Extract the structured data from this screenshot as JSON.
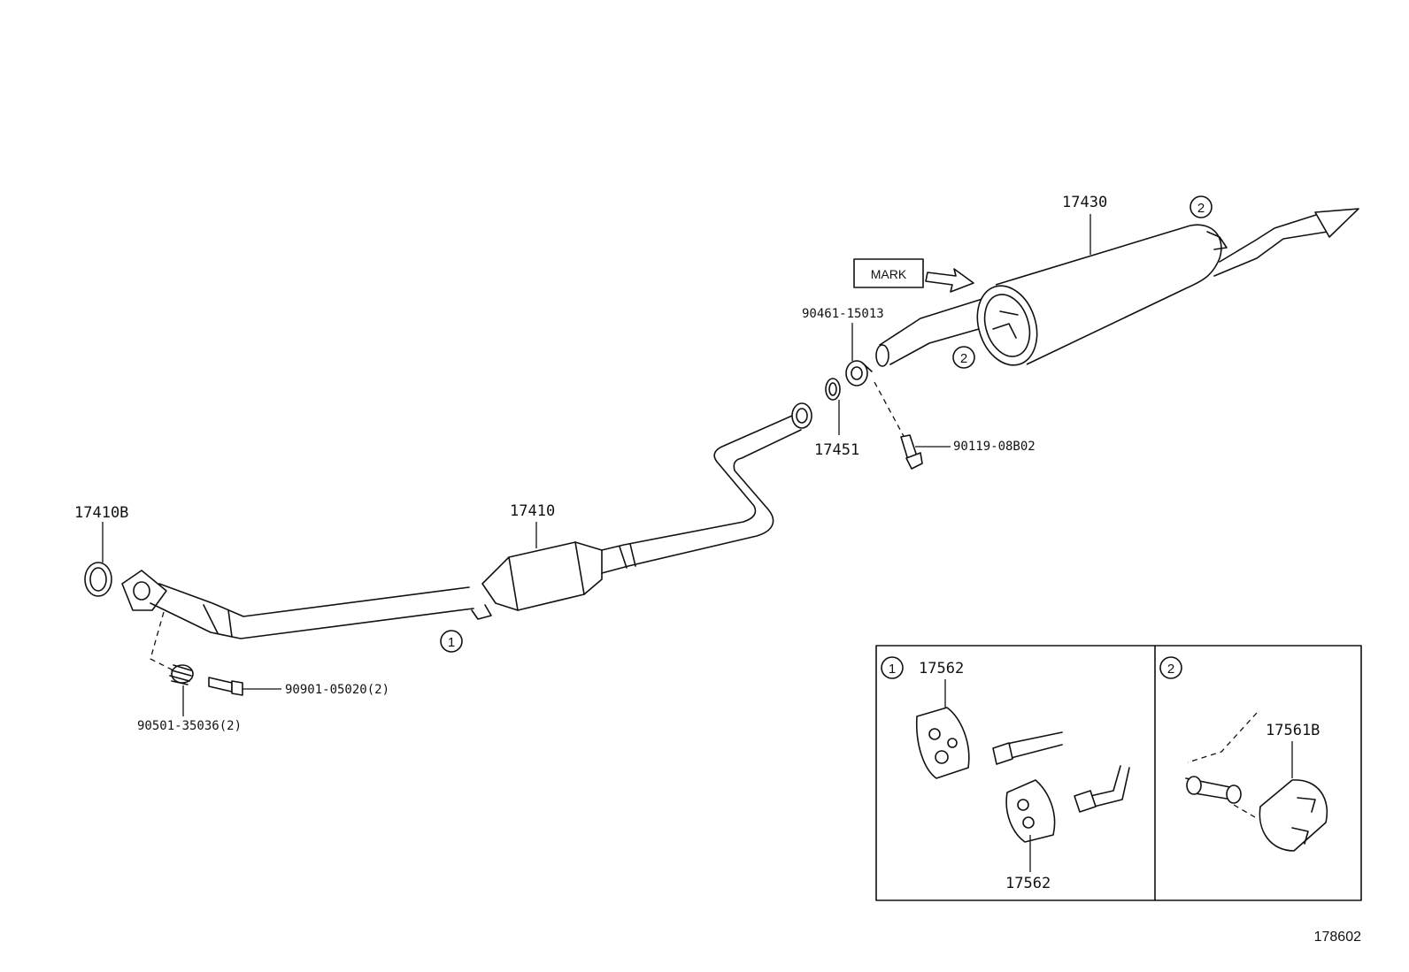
{
  "parts": {
    "exhaust_pipe_gasket": "17410B",
    "front_exhaust_pipe": "17410",
    "tail_pipe_muffler": "17430",
    "tail_pipe_gasket": "17451",
    "compression_spring_nut": "90461-15013",
    "flange_bolt": "90119-08B02",
    "stud_bolt": "90901-05020(2)",
    "compression_spring": "90501-35036(2)"
  },
  "mark_label": "MARK",
  "callouts": {
    "one": "1",
    "two": "2"
  },
  "inset": {
    "panel_1": {
      "number": "1",
      "part_top": "17562",
      "part_bottom": "17562"
    },
    "panel_2": {
      "number": "2",
      "part": "17561B"
    }
  },
  "diagram_id": "178602"
}
